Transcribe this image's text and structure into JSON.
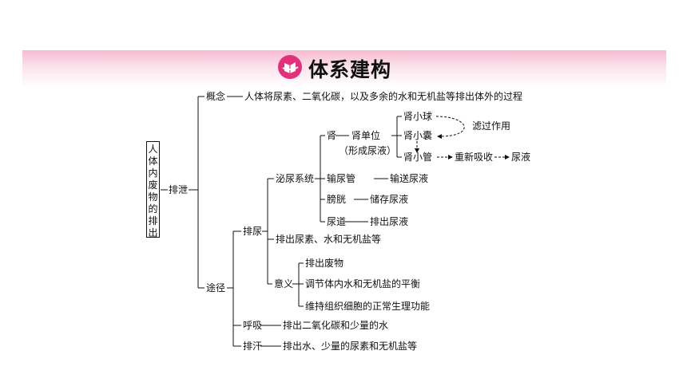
{
  "header": {
    "title": "体系建构"
  },
  "diagram": {
    "root": "人体内废物的排出",
    "excretion": "排泄",
    "concept": "概念",
    "concept_def": "人体将尿素、二氧化碳，以及多余的水和无机盐等排出体外的过程",
    "route": "途径",
    "urination": "排尿",
    "urinary_system": "泌尿系统",
    "kidney": "肾",
    "nephron": "肾单位",
    "nephron_note": "（形成尿液）",
    "glomerulus": "肾小球",
    "capsule": "肾小囊",
    "tubule": "肾小管",
    "filtration": "滤过作用",
    "reabsorption": "重新吸收",
    "urine": "尿液",
    "ureter": "输尿管",
    "ureter_func": "输送尿液",
    "bladder": "膀胱",
    "bladder_func": "储存尿液",
    "urethra": "尿道",
    "urethra_func": "排出尿液",
    "urination_content": "排出尿素、水和无机盐等",
    "significance": "意义",
    "sig1": "排出废物",
    "sig2": "调节体内水和无机盐的平衡",
    "sig3": "维持组织细胞的正常生理功能",
    "breathing": "呼吸",
    "breathing_content": "排出二氧化碳和少量的水",
    "sweating": "排汗",
    "sweating_content": "排出水、少量的尿素和无机盐等"
  }
}
